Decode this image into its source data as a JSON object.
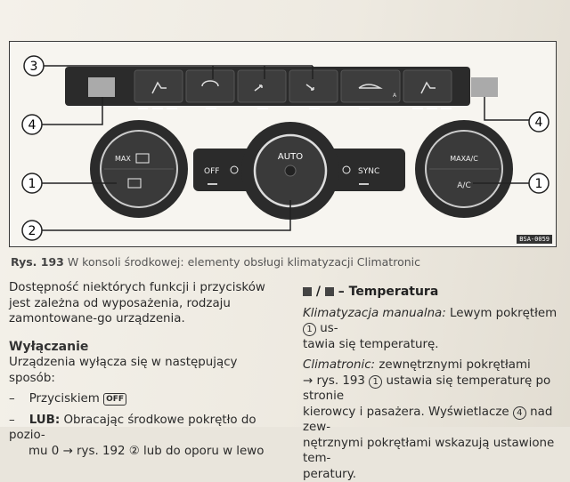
{
  "figure": {
    "callouts": [
      "3",
      "4",
      "4",
      "1",
      "1",
      "2"
    ],
    "panel": {
      "left_knob": {
        "max_label": "MAX"
      },
      "center": {
        "off_label": "OFF",
        "auto_label": "AUTO",
        "sync_label": "SYNC"
      },
      "right_knob": {
        "max_label": "MAXA/C",
        "ac_label": "A/C"
      },
      "top_recirc_sub": "A"
    },
    "code": "BSA-0059"
  },
  "caption": {
    "label": "Rys. 193",
    "text": "W konsoli środkowej: elementy obsługi klimatyzacji Climatronic"
  },
  "left": {
    "intro": "Dostępność niektórych funkcji i przycisków jest zależna od wyposażenia, rodzaju zamontowane-go urządzenia.",
    "heading": "Wyłączanie",
    "line1": "Urządzenia wyłącza się w następujący sposób:",
    "item1_prefix": "–",
    "item1_text": "Przyciskiem",
    "item1_badge": "OFF",
    "item2_prefix": "–",
    "item2_bold": "LUB:",
    "item2_text": "Obracając środkowe pokrętło do pozio-",
    "item2_cont": "mu 0 → rys. 192 ② lub do oporu w lewo"
  },
  "right": {
    "heading": "– Temperatura",
    "p1_italic": "Klimatyzacja manualna:",
    "p1_text": "Lewym pokrętłem",
    "p1_num": "1",
    "p1_end": "us-",
    "p1_cont": "tawia się temperaturę.",
    "p2_italic": "Climatronic:",
    "p2_text": "zewnętrznymi pokrętłami",
    "p2_l2a": "→ rys. 193",
    "p2_num1": "1",
    "p2_l2b": "ustawia się temperaturę po stronie",
    "p2_l3a": "kierowcy i pasażera. Wyświetlacze",
    "p2_num2": "4",
    "p2_l3b": "nad zew-",
    "p2_l4": "nętrznymi pokrętłami wskazują ustawione tem-",
    "p2_l5": "peratury."
  }
}
